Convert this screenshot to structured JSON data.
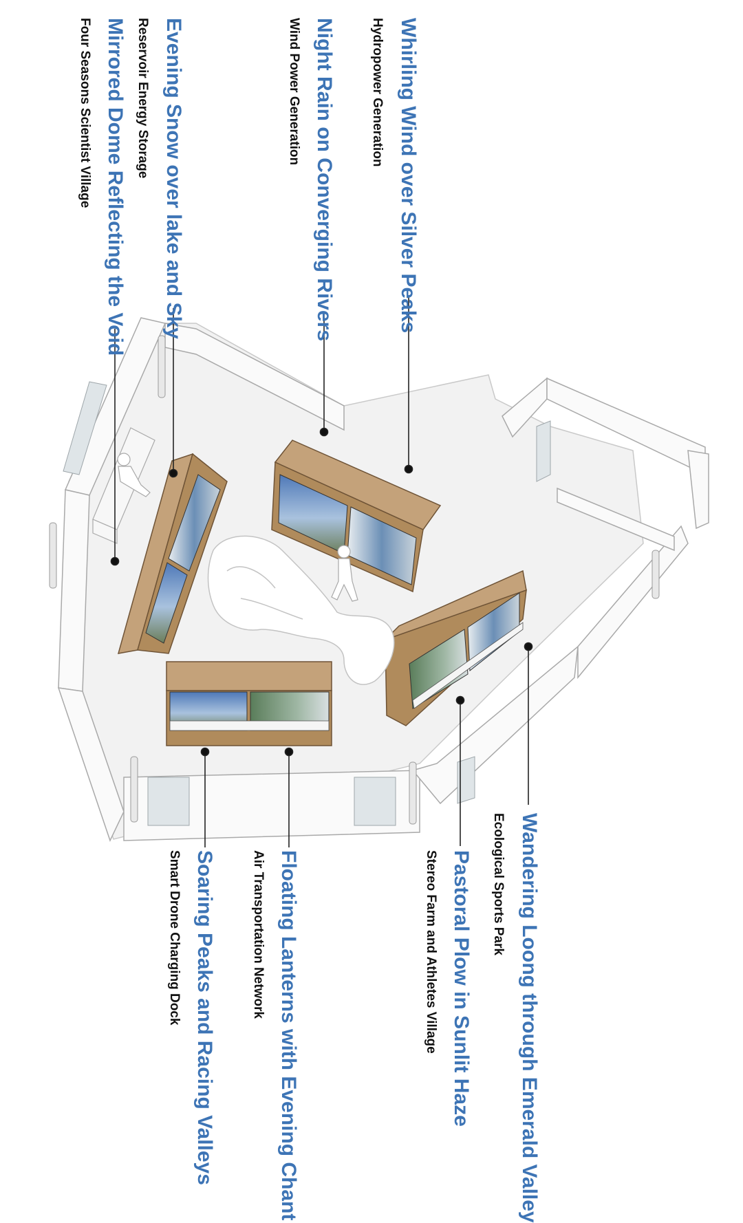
{
  "colors": {
    "title_blue": "#3d74b5",
    "subtitle_black": "#111111",
    "wood": "#b08b5c",
    "floor": "#f3f3f3"
  },
  "labels": [
    {
      "id": "whirling",
      "title": "Whirling Wind over Silver Peaks",
      "subtitle": "Hydropower Generation"
    },
    {
      "id": "night-rain",
      "title": "Night Rain on Converging Rivers",
      "subtitle": "Wind Power Generation"
    },
    {
      "id": "evening-snow",
      "title": "Evening Snow over lake and Sky",
      "subtitle": "Reservoir Energy Storage"
    },
    {
      "id": "mirrored-dome",
      "title": "Mirrored Dome Reflecting the Void",
      "subtitle": "Four Seasons Scientist Village"
    },
    {
      "id": "wandering-loong",
      "title": "Wandering Loong through Emerald Valley",
      "subtitle": "Ecological Sports Park"
    },
    {
      "id": "pastoral-plow",
      "title": "Pastoral Plow in Sunlit Haze",
      "subtitle": "Stereo Farm and Athletes Village"
    },
    {
      "id": "floating-lanterns",
      "title": "Floating Lanterns with Evening Chant",
      "subtitle": "Air Transportation Network"
    },
    {
      "id": "soaring-peaks",
      "title": "Soaring Peaks and Racing Valleys",
      "subtitle": "Smart Drone Charging Dock"
    }
  ]
}
